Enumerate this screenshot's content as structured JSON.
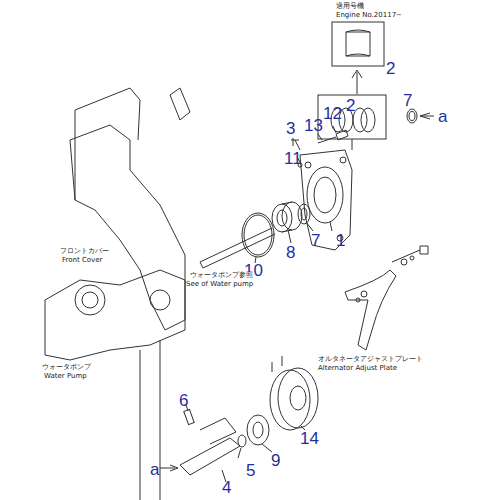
{
  "diagram": {
    "labels": [
      "適用号機",
      "Engine No.20117~",
      "2",
      "7",
      "3",
      "13",
      "12",
      "2",
      "11",
      "1",
      "7",
      "8",
      "10",
      "6",
      "14",
      "5",
      "9",
      "4",
      "a",
      "a",
      "フロントカバー",
      "Front Cover",
      "ウォータポンプ",
      "Water Pump",
      "ウォータポンプ参照",
      "See of Water pump",
      "オルタネータアジャストプレート",
      "Alternator Adjust Plate"
    ]
  }
}
